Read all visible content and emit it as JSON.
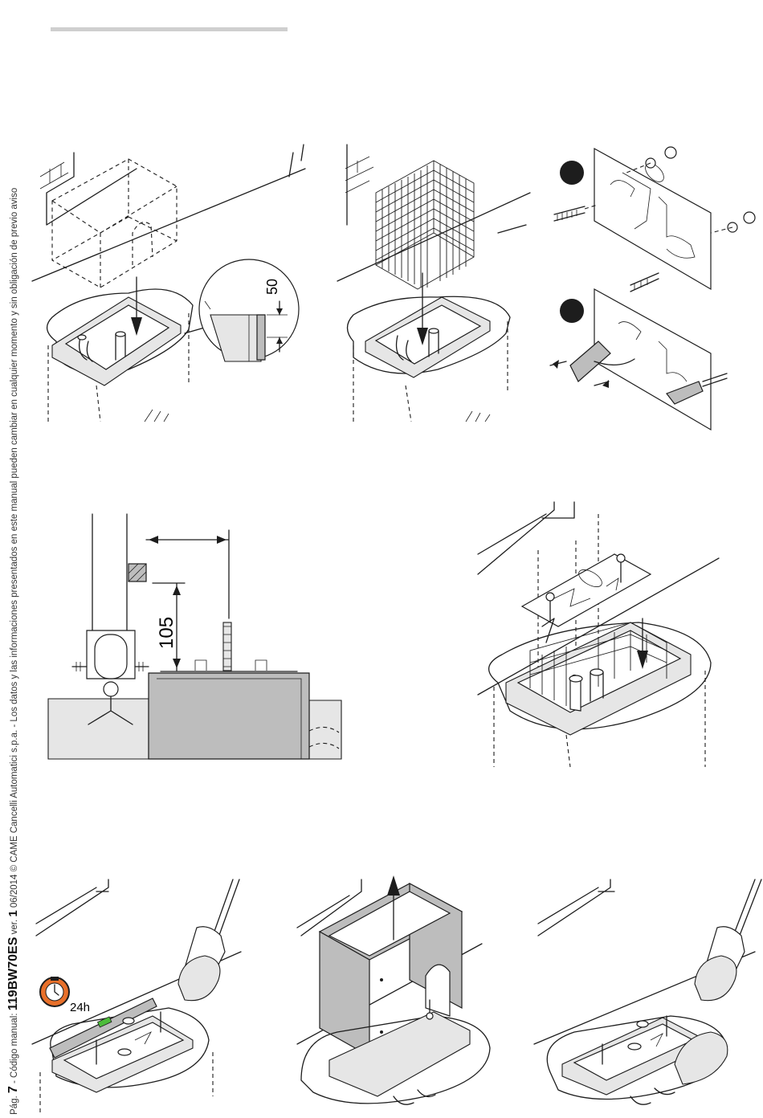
{
  "footer": {
    "page_label": "Pág.",
    "page_number": "7",
    "manual_prefix": "- Código manual:",
    "manual_code": "119BW70ES",
    "version_label": "ver.",
    "version_number": "1",
    "rest": "06/2014  © CAME Cancelli Automatici s.p.a. - Los datos y las informaciones presentados en este manual pueden cambiar en cualquier momento y sin obligación de previo aviso"
  },
  "figures": {
    "formwork_dimension": "50",
    "distance_dimension": "105",
    "cure_time": "24h"
  },
  "icons": [
    "formwork-box-icon",
    "reinforcement-mesh-icon",
    "anchor-plate-icon",
    "timer-icon",
    "spirit-level-icon",
    "shovel-icon"
  ]
}
